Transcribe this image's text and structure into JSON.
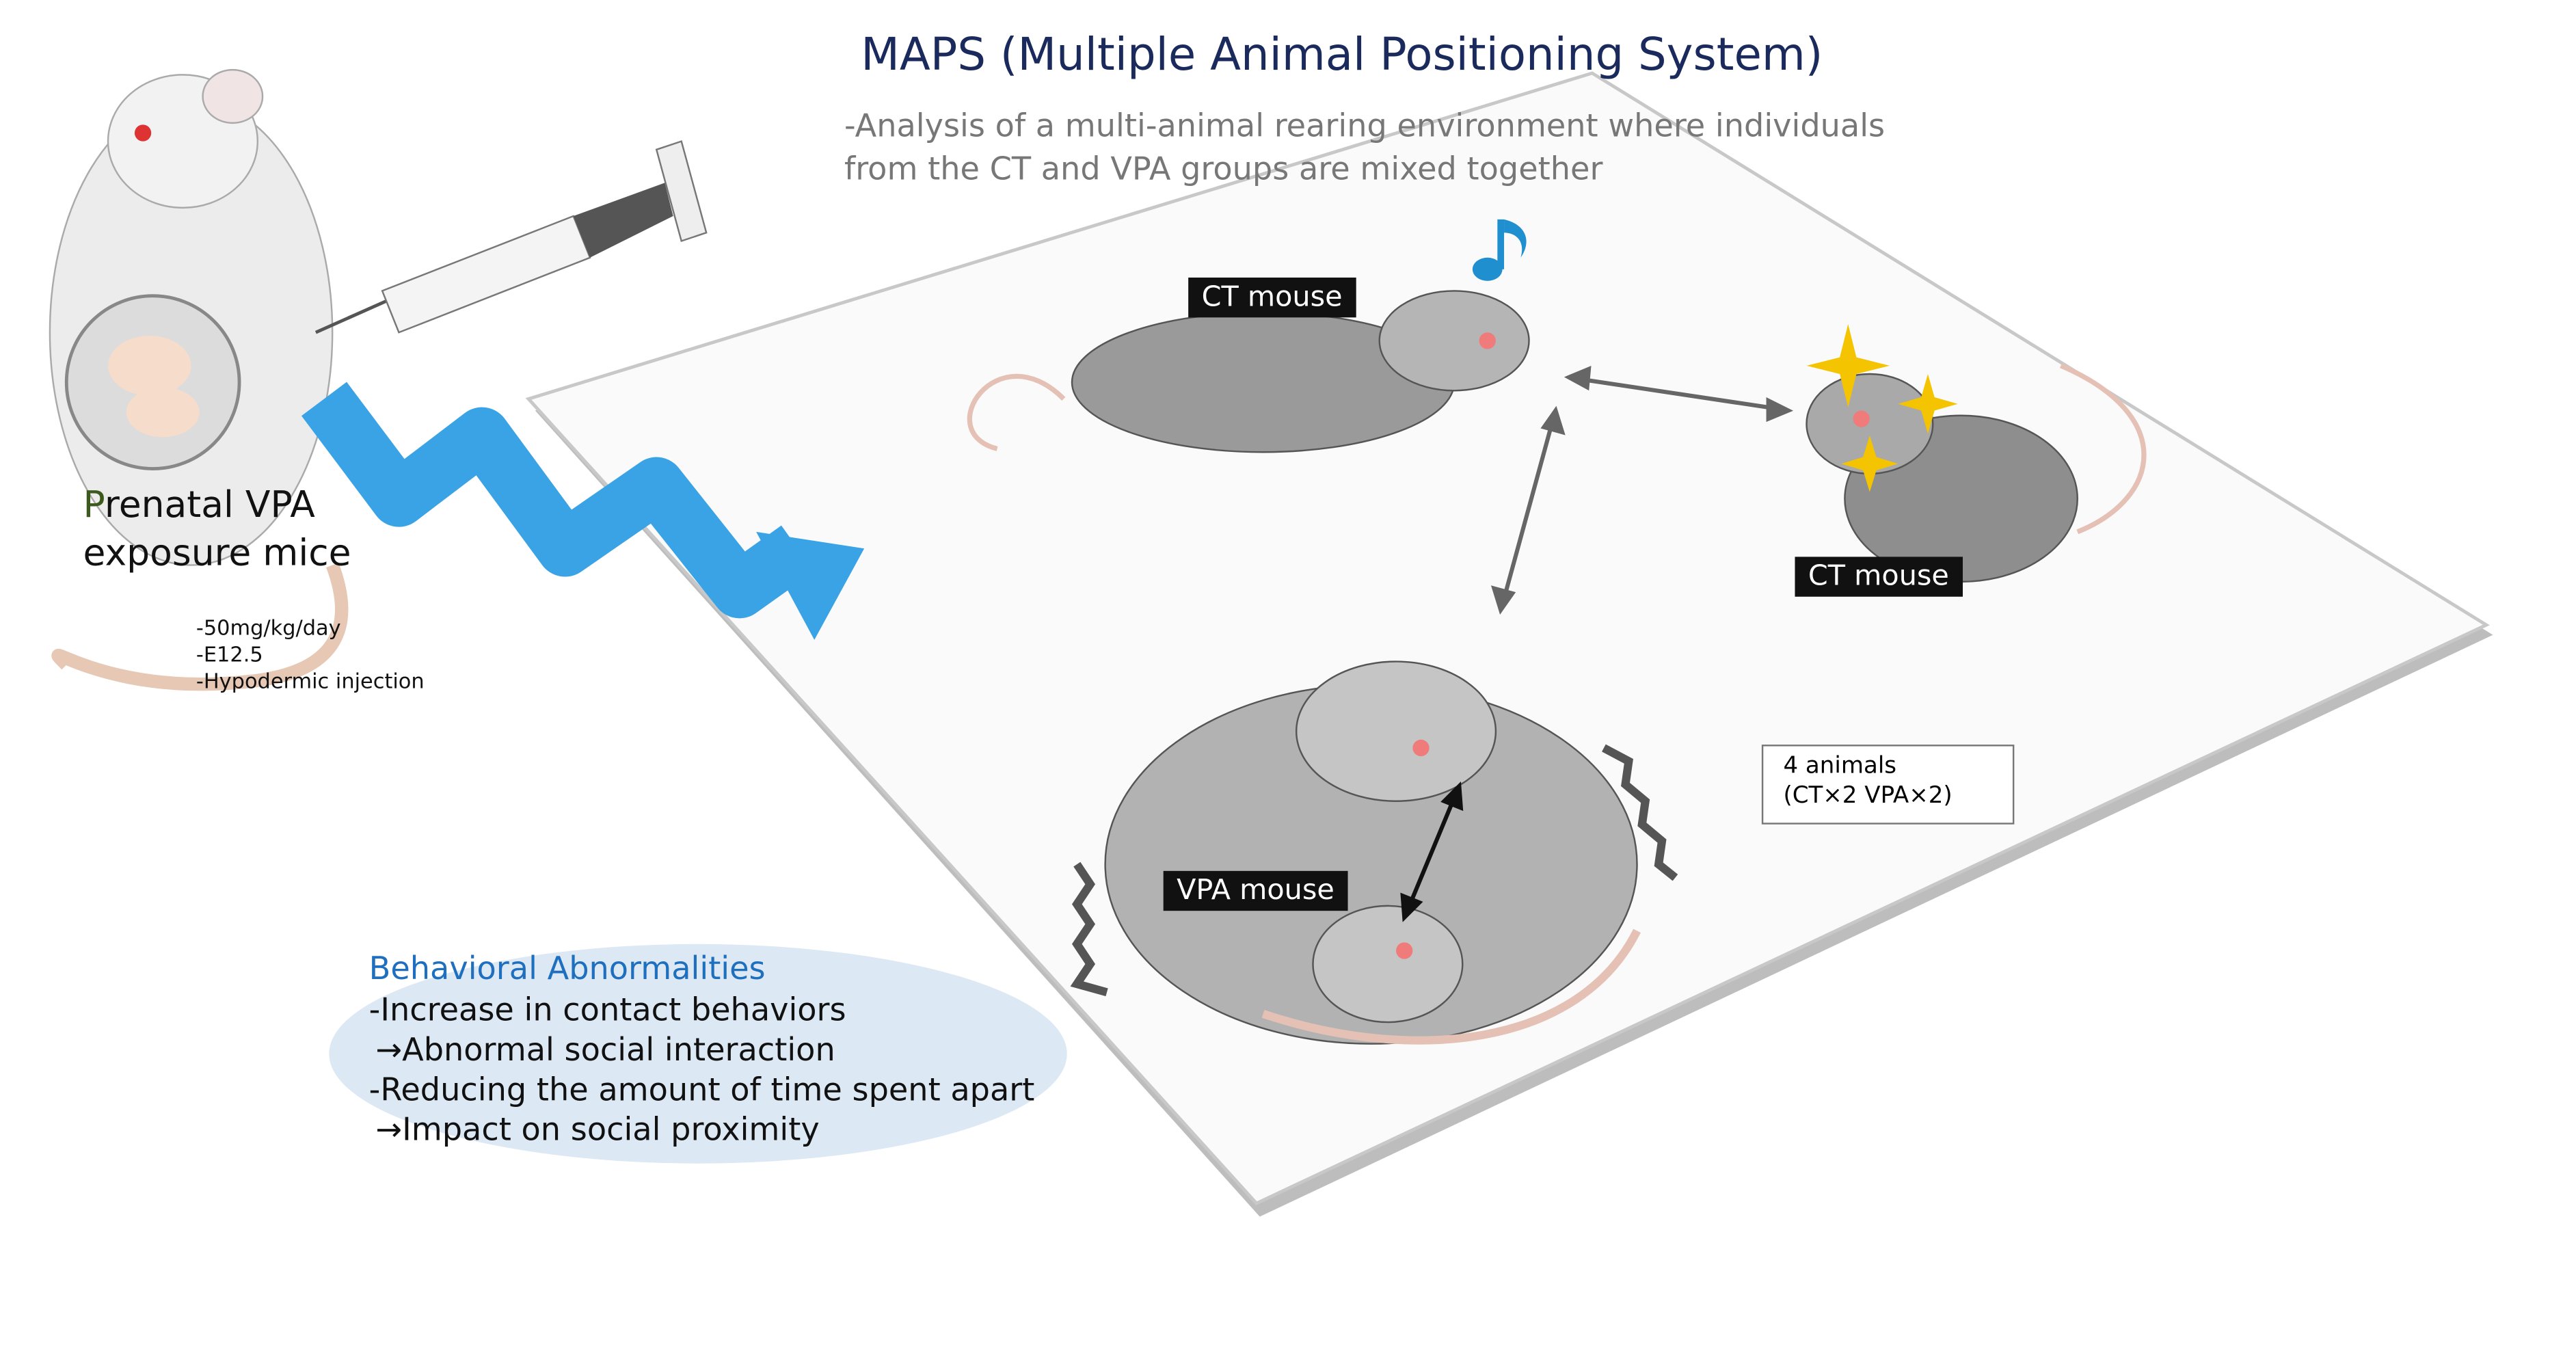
{
  "title": "MAPS (Multiple Animal Positioning System)",
  "subtitle": {
    "line1": "-Analysis of a multi-animal rearing environment where individuals",
    "line2": "from the CT and VPA groups are mixed together"
  },
  "prenatal": {
    "first_letter": "P",
    "line1_rest": "renatal VPA",
    "line2": "exposure mice",
    "details": [
      "-50mg/kg/day",
      "-E12.5",
      "-Hypodermic injection"
    ]
  },
  "labels": {
    "ct_mouse_1": "CT mouse",
    "ct_mouse_2": "CT mouse",
    "vpa_mouse": "VPA mouse"
  },
  "animals_box": {
    "line1": "4 animals",
    "line2": "(CT×2 VPA×2)"
  },
  "behavior": {
    "heading": "Behavioral Abnormalities",
    "lines": [
      "-Increase in contact behaviors",
      " →Abnormal social interaction",
      "-Reducing the amount of time spent apart",
      " →Impact on social proximity"
    ]
  },
  "colors": {
    "title": "#1b2a5c",
    "heading": "#1f6fbf",
    "arrow_blue": "#3aa3e6",
    "ellipse": "#dce8f4",
    "sparkle": "#f5c400",
    "p_green": "#3d5a1e"
  }
}
